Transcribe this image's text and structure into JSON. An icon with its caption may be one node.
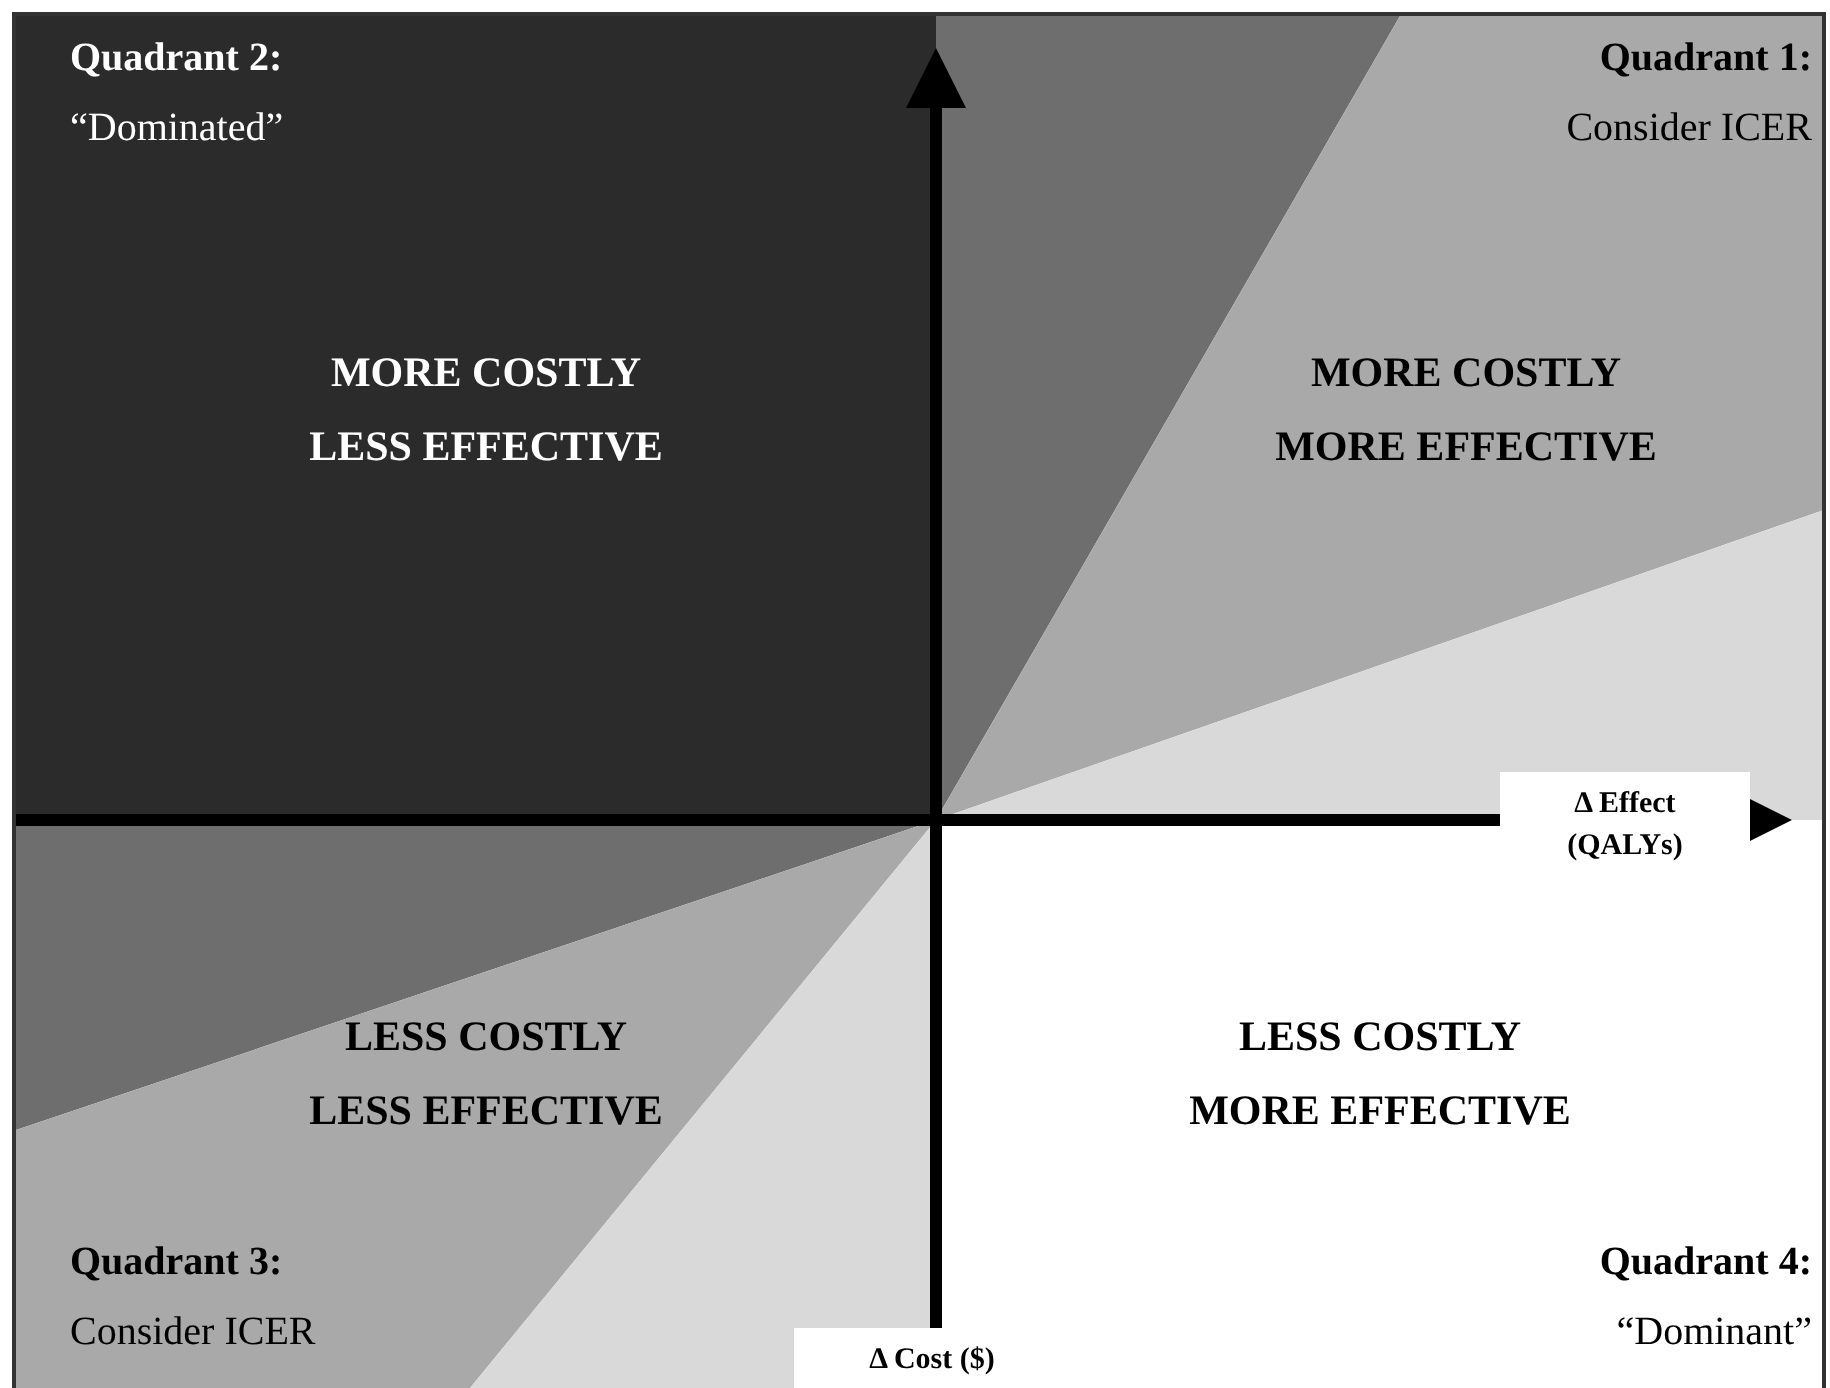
{
  "diagram": {
    "nodes": [
      {
        "text": [
          "Quadrant 2:",
          "“Dominated”",
          "MORE COSTLY LESS EFFECTIVE"
        ]
      },
      {
        "text": [
          "Quadrant 1:",
          "Consider ICER",
          "MORE COSTLY MORE EFFECTIVE"
        ]
      },
      {
        "text": [
          "LESS COSTLY LESS EFFECTIVE",
          "Quadrant 3:",
          "Consider ICER"
        ]
      },
      {
        "text": [
          "LESS COSTLY MORE EFFECTIVE",
          "Quadrant 4:",
          "“Dominant”"
        ]
      }
    ],
    "labels": [
      "Δ Effect (QALYs)",
      "Δ Cost ($)"
    ]
  }
}
